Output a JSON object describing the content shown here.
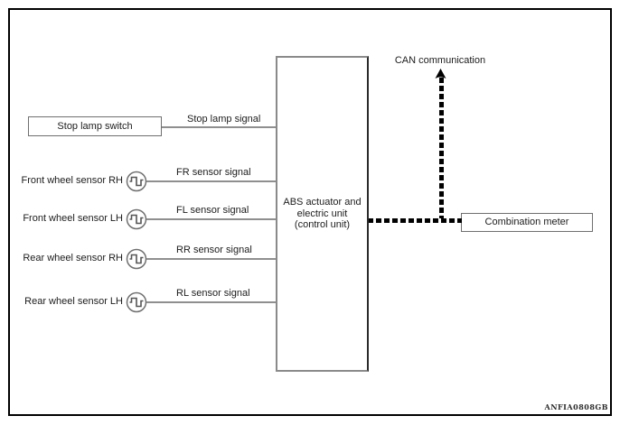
{
  "diagram": {
    "title_code": "ANFIA0808GB",
    "can": {
      "label": "CAN communication"
    },
    "abs_unit": {
      "line1": "ABS actuator and",
      "line2": "electric unit",
      "line3": "(control unit)"
    },
    "combination_meter": {
      "label": "Combination meter"
    },
    "stop_lamp": {
      "box_label": "Stop lamp switch",
      "signal": "Stop lamp signal"
    },
    "sensors": [
      {
        "label": "Front wheel sensor RH",
        "signal": "FR sensor signal"
      },
      {
        "label": "Front wheel sensor LH",
        "signal": "FL sensor signal"
      },
      {
        "label": "Rear wheel sensor RH",
        "signal": "RR sensor signal"
      },
      {
        "label": "Rear wheel sensor LH",
        "signal": "RL sensor signal"
      }
    ],
    "colors": {
      "signal_line": "#8f8f8f",
      "box_border": "#6f6f6f",
      "can_line": "#000000",
      "text": "#1c1c1c"
    }
  }
}
